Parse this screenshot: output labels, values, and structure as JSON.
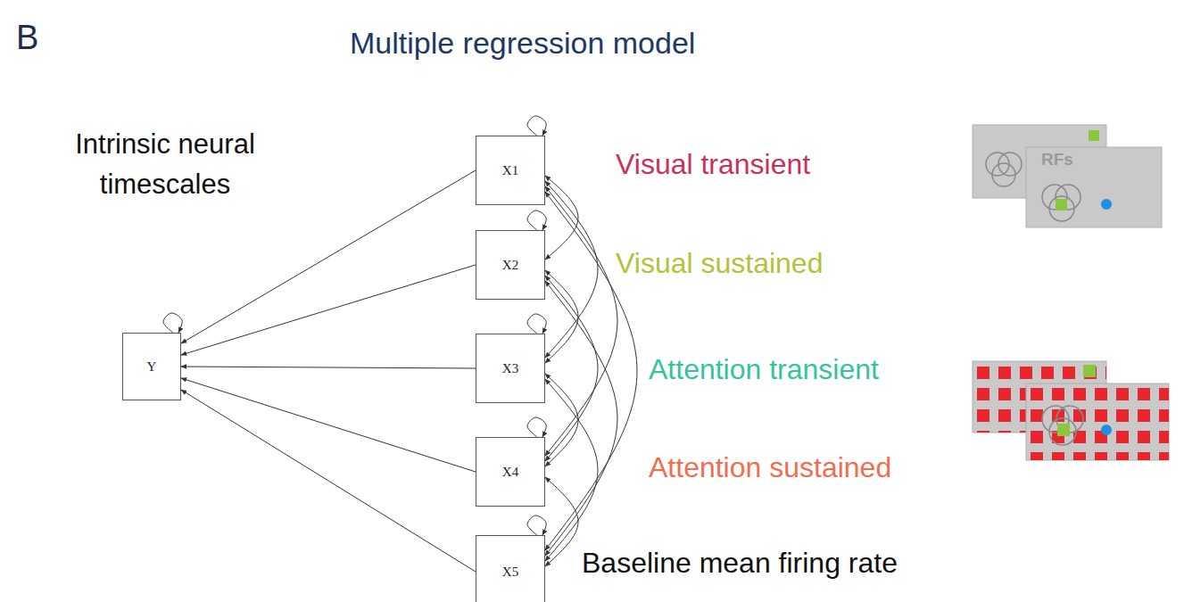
{
  "diagram": {
    "title": "Multiple regression model",
    "nodes": [
      {
        "text": [
          "Y"
        ]
      },
      {
        "text": [
          "X1"
        ]
      },
      {
        "text": [
          "X2"
        ]
      },
      {
        "text": [
          "X3"
        ]
      },
      {
        "text": [
          "X4"
        ]
      },
      {
        "text": [
          "X5"
        ]
      }
    ],
    "edges": [
      {
        "from": 1,
        "to": 0,
        "arrow": "to"
      },
      {
        "from": 2,
        "to": 0,
        "arrow": "to"
      },
      {
        "from": 3,
        "to": 0,
        "arrow": "to"
      },
      {
        "from": 4,
        "to": 0,
        "arrow": "to"
      },
      {
        "from": 5,
        "to": 0,
        "arrow": "to"
      },
      {
        "from": 1,
        "to": 2,
        "arrow": "both"
      },
      {
        "from": 1,
        "to": 3,
        "arrow": "both"
      },
      {
        "from": 1,
        "to": 4,
        "arrow": "both"
      },
      {
        "from": 1,
        "to": 5,
        "arrow": "both"
      },
      {
        "from": 2,
        "to": 3,
        "arrow": "both"
      },
      {
        "from": 2,
        "to": 4,
        "arrow": "both"
      },
      {
        "from": 2,
        "to": 5,
        "arrow": "both"
      },
      {
        "from": 3,
        "to": 4,
        "arrow": "both"
      },
      {
        "from": 3,
        "to": 5,
        "arrow": "both"
      },
      {
        "from": 4,
        "to": 5,
        "arrow": "both"
      },
      {
        "from": 0,
        "to": 0,
        "arrow": "to"
      },
      {
        "from": 1,
        "to": 1,
        "arrow": "to"
      },
      {
        "from": 2,
        "to": 2,
        "arrow": "to"
      },
      {
        "from": 3,
        "to": 3,
        "arrow": "to"
      },
      {
        "from": 4,
        "to": 4,
        "arrow": "to"
      },
      {
        "from": 5,
        "to": 5,
        "arrow": "to"
      }
    ],
    "labels": [
      "B",
      "Intrinsic neural timescales",
      "Visual transient",
      "Visual sustained",
      "Attention transient",
      "Attention sustained",
      "Baseline mean firing rate",
      "RFs"
    ]
  }
}
